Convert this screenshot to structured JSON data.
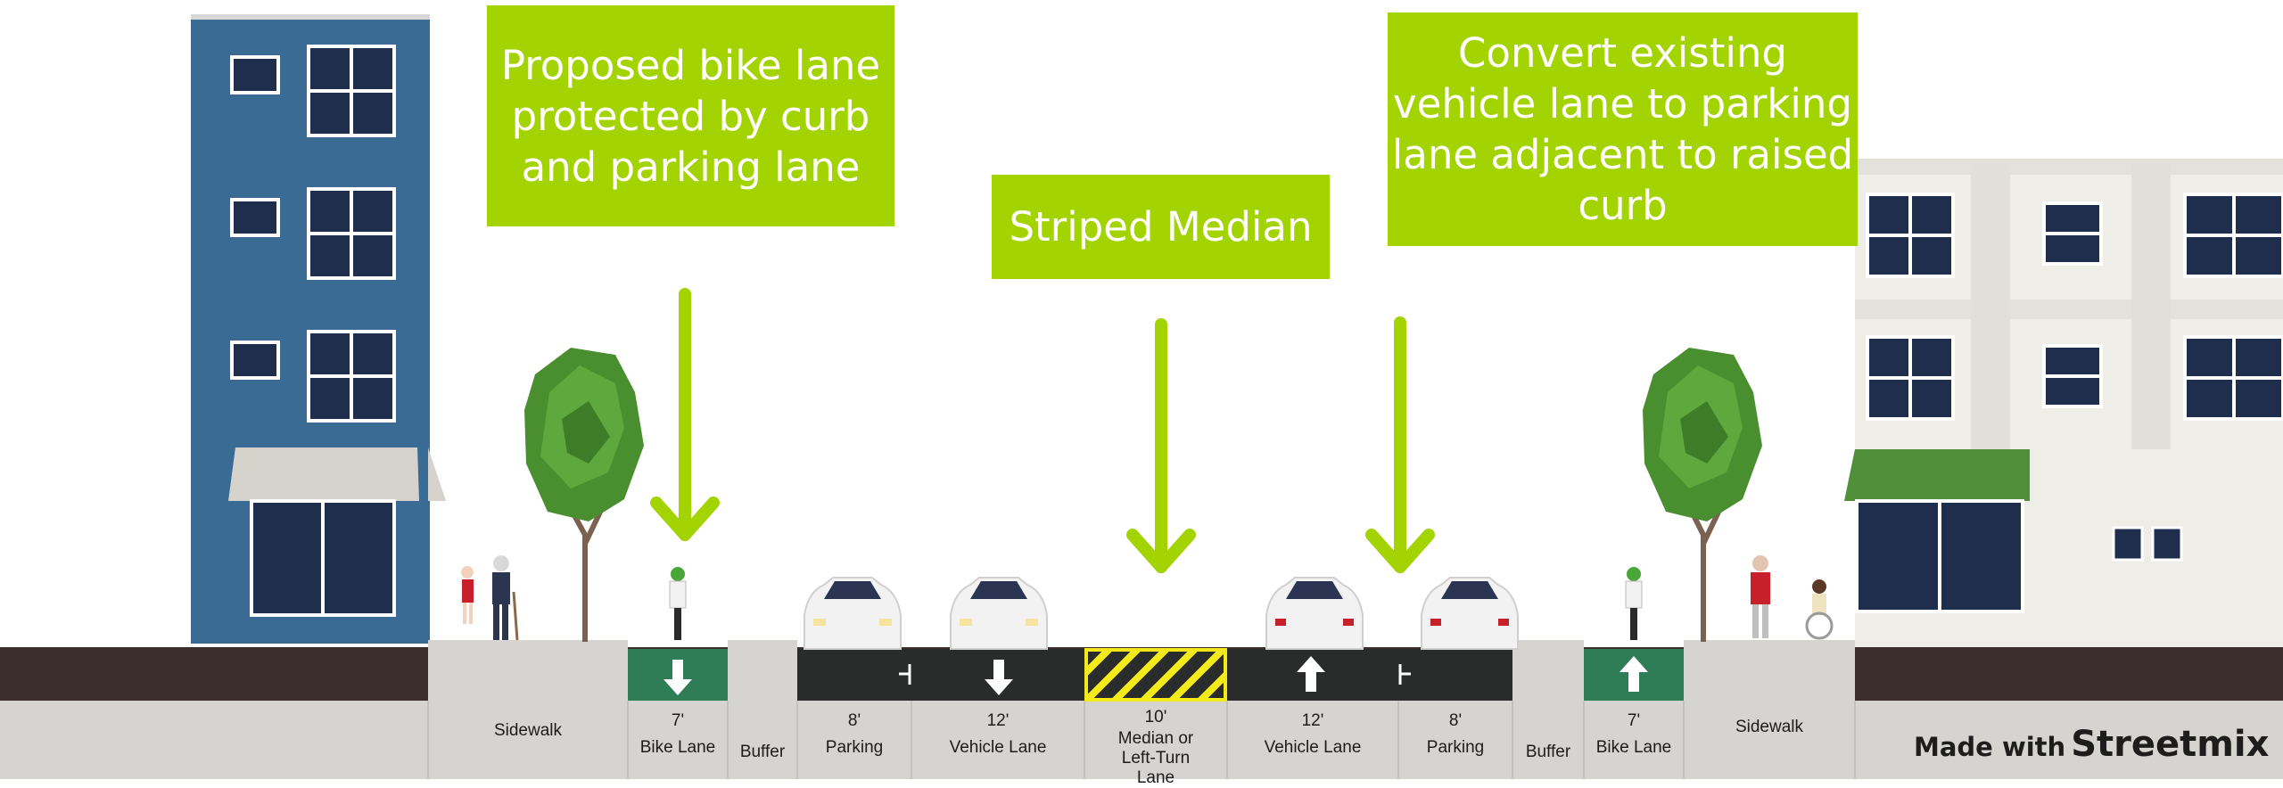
{
  "callouts": {
    "bike": "Proposed bike lane protected by curb and parking lane",
    "median": "Striped Median",
    "parking": "Convert existing vehicle lane to parking lane adjacent to raised curb"
  },
  "segments": [
    {
      "name": "Sidewalk"
    },
    {
      "width": "7'",
      "name": "Bike Lane"
    },
    {
      "name": "Buffer"
    },
    {
      "width": "8'",
      "name": "Parking"
    },
    {
      "width": "12'",
      "name": "Vehicle Lane"
    },
    {
      "width": "10'",
      "name": "Median or Left-Turn Lane"
    },
    {
      "width": "12'",
      "name": "Vehicle Lane"
    },
    {
      "width": "8'",
      "name": "Parking"
    },
    {
      "name": "Buffer"
    },
    {
      "width": "7'",
      "name": "Bike Lane"
    },
    {
      "name": "Sidewalk"
    }
  ],
  "branding": {
    "made_with": "Made with",
    "name": "Streetmix"
  },
  "colors": {
    "callout": "#a3d300",
    "arrow": "#a3d300",
    "bike_lane": "#2e7d57",
    "roadway": "#2a2c2b",
    "sidewalk": "#d6d4d1",
    "building_left": "#3a6b94",
    "building_right": "#eeede8",
    "median_stripe": "#f4ea19"
  }
}
